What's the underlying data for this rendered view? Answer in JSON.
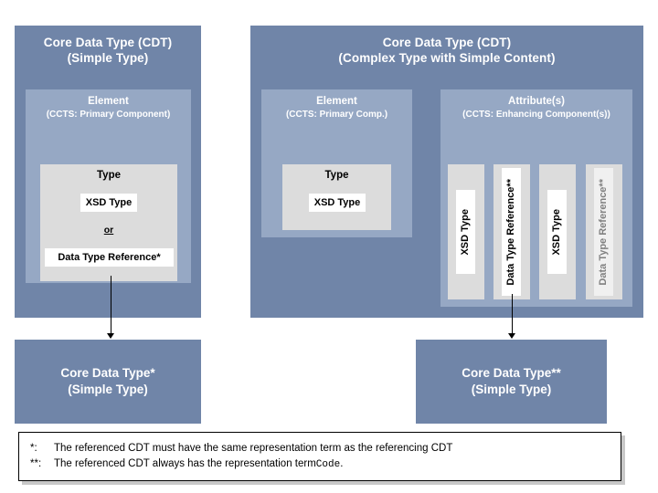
{
  "diagram": {
    "left_panel": {
      "title_line1": "Core Data Type (CDT)",
      "title_line2": "(Simple Type)",
      "element": {
        "name": "Element",
        "ccts": "(CCTS: Primary Component)",
        "type_label": "Type",
        "xsd_type": "XSD Type",
        "or_label": "or",
        "data_type_reference": "Data Type Reference*"
      }
    },
    "right_panel": {
      "title_line1": "Core Data Type (CDT)",
      "title_line2": "(Complex Type with Simple Content)",
      "element": {
        "name": "Element",
        "ccts": "(CCTS: Primary Comp.)",
        "type_label": "Type",
        "xsd_type": "XSD Type"
      },
      "attributes": {
        "name": "Attribute(s)",
        "ccts": "(CCTS: Enhancing Component(s))",
        "columns": [
          {
            "label": "XSD Type",
            "muted": false
          },
          {
            "label": "Data Type Reference**",
            "muted": false
          },
          {
            "label": "XSD Type",
            "muted": false
          },
          {
            "label": "Data Type Reference**",
            "muted": true
          }
        ]
      }
    },
    "results": [
      {
        "line1": "Core Data Type*",
        "line2": "(Simple Type)"
      },
      {
        "line1": "Core Data Type**",
        "line2": "(Simple Type)"
      }
    ],
    "footnotes": [
      {
        "mark": "*:",
        "text": "The referenced CDT must have the same representation term as the referencing CDT",
        "mono_text": "",
        "tail": ""
      },
      {
        "mark": "**:",
        "text": "The referenced CDT always has the representation term ",
        "mono_text": "Code",
        "tail": "."
      }
    ]
  },
  "colors": {
    "panel_outer": "#7085a8",
    "panel_inner": "#96a8c4",
    "type_box": "#dcdcdc",
    "white_box": "#ffffff",
    "muted_text": "#808080",
    "stroke": "#000000"
  }
}
